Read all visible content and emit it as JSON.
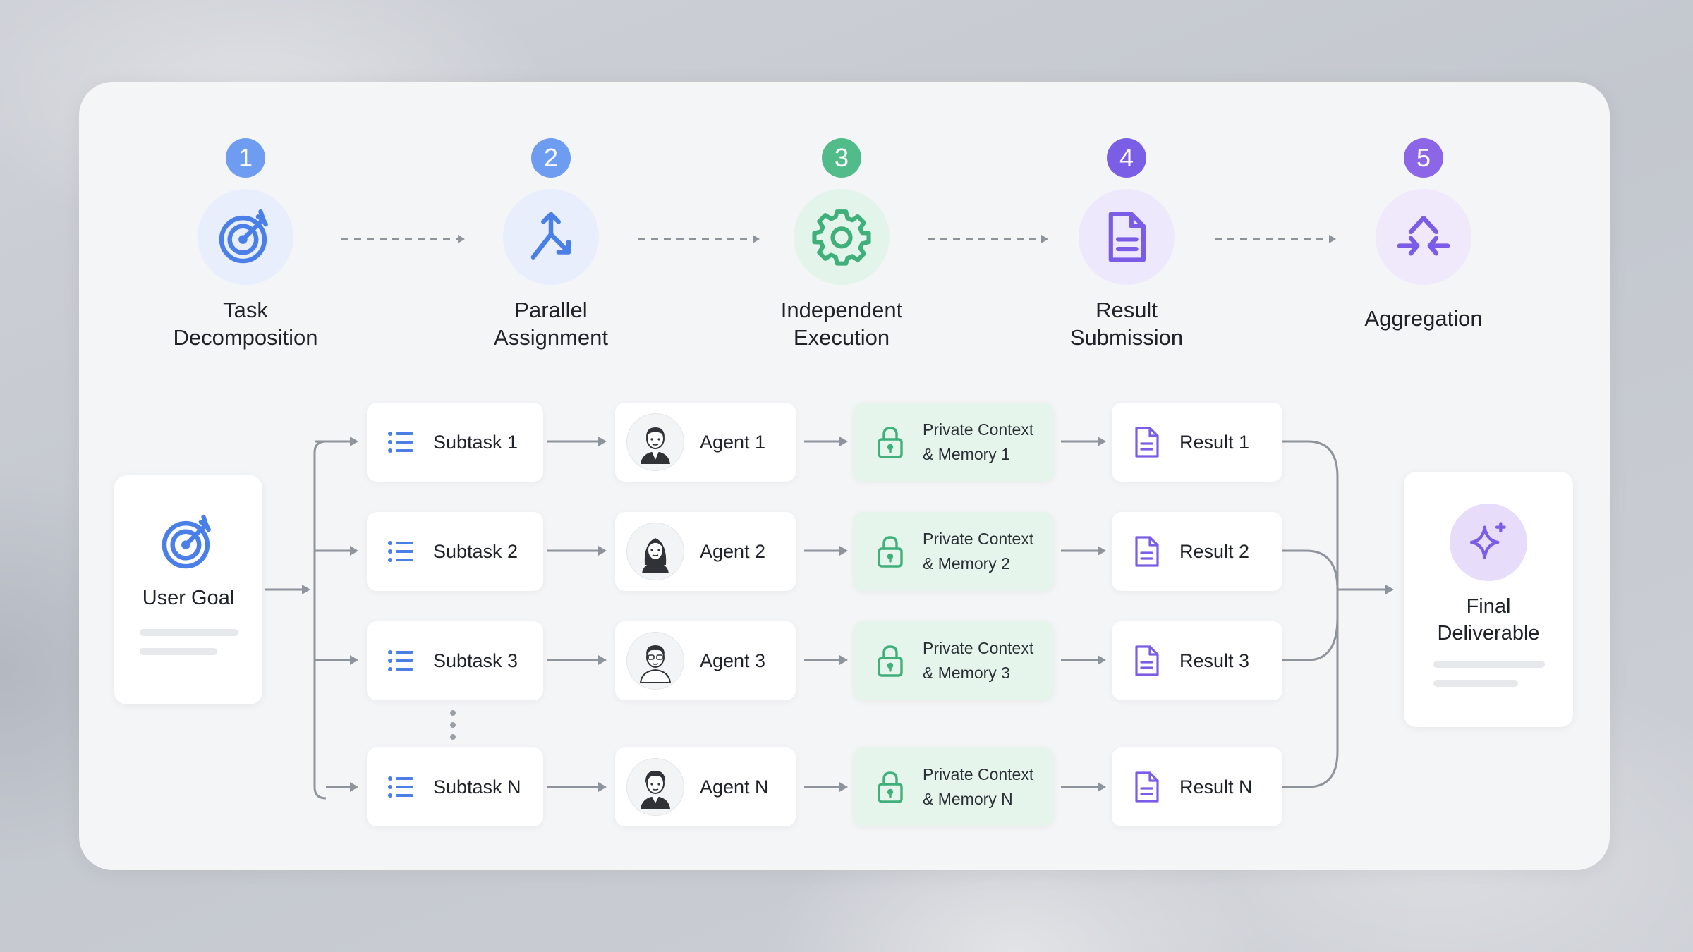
{
  "steps": [
    {
      "num": "1",
      "label": "Task\nDecomposition",
      "icon": "target-icon",
      "color": "#5b8ff0"
    },
    {
      "num": "2",
      "label": "Parallel\nAssignment",
      "icon": "fork-arrow-icon",
      "color": "#5b8ff0"
    },
    {
      "num": "3",
      "label": "Independent\nExecution",
      "icon": "gear-icon",
      "color": "#46b985"
    },
    {
      "num": "4",
      "label": "Result\nSubmission",
      "icon": "document-icon",
      "color": "#7a5ce6"
    },
    {
      "num": "5",
      "label": "Aggregation",
      "icon": "merge-arrows-icon",
      "color": "#8b63e6"
    }
  ],
  "user_goal": {
    "label": "User Goal",
    "icon": "target-icon"
  },
  "rows": [
    {
      "subtask": "Subtask 1",
      "agent": "Agent 1",
      "context": "Private Context\n& Memory 1",
      "result": "Result 1"
    },
    {
      "subtask": "Subtask 2",
      "agent": "Agent 2",
      "context": "Private Context\n& Memory 2",
      "result": "Result 2"
    },
    {
      "subtask": "Subtask 3",
      "agent": "Agent 3",
      "context": "Private Context\n& Memory 3",
      "result": "Result 3"
    },
    {
      "subtask": "Subtask N",
      "agent": "Agent N",
      "context": "Private Context\n& Memory N",
      "result": "Result N"
    }
  ],
  "final": {
    "label": "Final\nDeliverable",
    "icon": "sparkle-icon"
  },
  "icons": {
    "subtask": "list-icon",
    "agent": "avatar-icon",
    "context": "lock-icon",
    "result": "document-icon"
  },
  "colors": {
    "blue": "#4a7fe8",
    "green": "#3fb07a",
    "purple": "#7a5ce6",
    "arrow": "#8e949c"
  }
}
